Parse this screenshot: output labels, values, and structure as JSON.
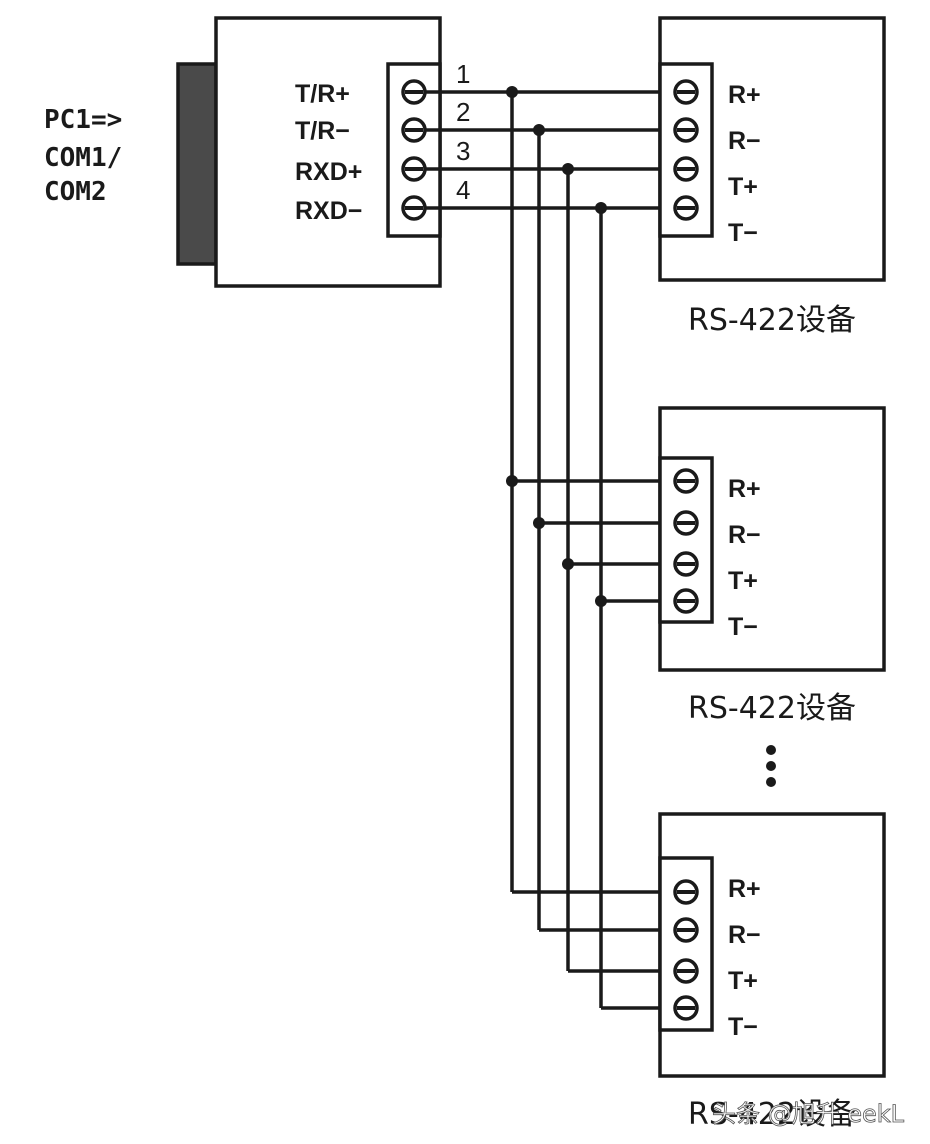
{
  "pc_label": {
    "line1": "PC1=>",
    "line2": "COM1/",
    "line3": "COM2"
  },
  "converter": {
    "pins": [
      "T/R+",
      "T/R−",
      "RXD+",
      "RXD−"
    ],
    "wire_numbers": [
      "1",
      "2",
      "3",
      "4"
    ]
  },
  "devices": [
    {
      "pins": [
        "R+",
        "R−",
        "T+",
        "T−"
      ],
      "title": "RS-422设备"
    },
    {
      "pins": [
        "R+",
        "R−",
        "T+",
        "T−"
      ],
      "title": "RS-422设备"
    },
    {
      "pins": [
        "R+",
        "R−",
        "T+",
        "T−"
      ],
      "title": "RS-422设备"
    }
  ],
  "ellipsis_icon": "vertical-ellipsis-icon",
  "watermark": "头条 @旭升 eekL"
}
